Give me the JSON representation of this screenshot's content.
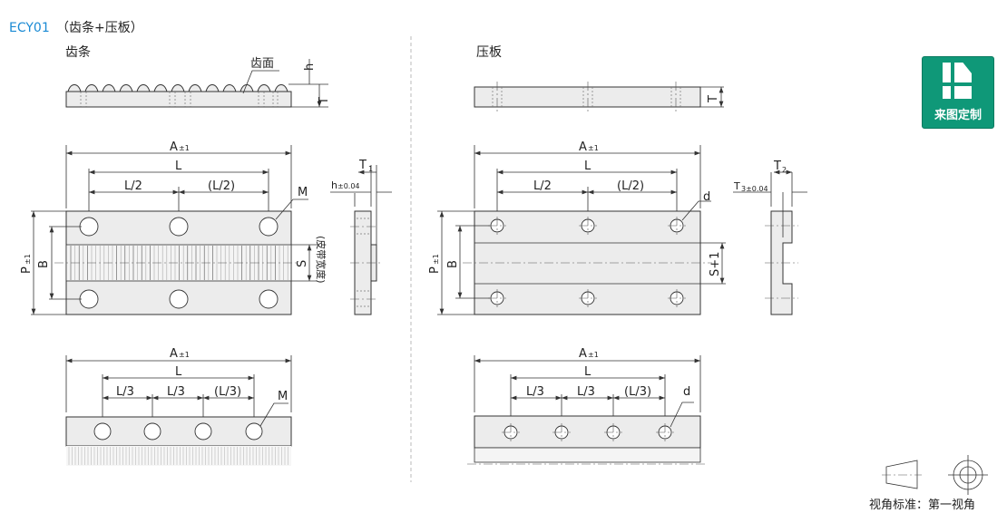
{
  "title": {
    "code": "ECY01",
    "suffix": "（齿条+压板）"
  },
  "colors": {
    "accent": "#1a8ad4",
    "badge": "#0f9878"
  },
  "rack": {
    "heading": "齿条",
    "tooth_face": "齿面",
    "dims": {
      "h": "h",
      "T1": "T",
      "T1_sub": "1",
      "A": "A",
      "A_tol": "±1",
      "L": "L",
      "L2": "L/2",
      "L2p": "(L/2)",
      "M": "M",
      "P": "P",
      "P_tol": "±1",
      "B": "B",
      "S": "S",
      "belt_width": "(皮带宽度)",
      "h_tol": "h",
      "h_tol_val": "±0.04",
      "L3": "L/3",
      "L3p": "(L/3)"
    }
  },
  "plate": {
    "heading": "压板",
    "dims": {
      "T2": "T",
      "T2_sub": "2",
      "A": "A",
      "A_tol": "±1",
      "L": "L",
      "L2": "L/2",
      "L2p": "(L/2)",
      "d": "d",
      "P": "P",
      "P_tol": "±1",
      "B": "B",
      "S": "S+1",
      "T3": "T",
      "T3_sub": "3±0.04",
      "L3": "L/3",
      "L3p": "(L/3)"
    }
  },
  "badge": {
    "label": "来图定制",
    "icon": "custom-drawing-icon"
  },
  "view_standard": {
    "label": "视角标准：第一视角",
    "icon": "first-angle-projection-icon"
  }
}
